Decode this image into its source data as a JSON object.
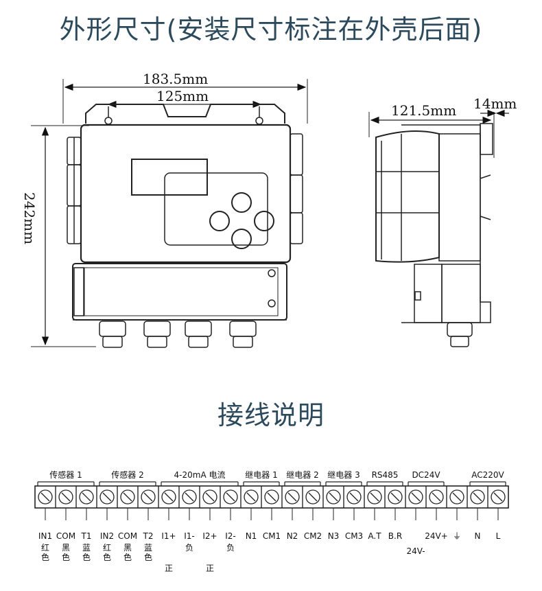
{
  "titles": {
    "dimensions": "外形尺寸(安装尺寸标注在外壳后面)",
    "wiring": "接线说明"
  },
  "dimensions": {
    "overall_width": "183.5mm",
    "mount_width": "125mm",
    "height": "242mm",
    "depth": "121.5mm",
    "bracket": "14mm"
  },
  "wiring": {
    "groups": [
      {
        "label": "传感器 1",
        "span": [
          0,
          2
        ]
      },
      {
        "label": "传感器 2",
        "span": [
          3,
          5
        ]
      },
      {
        "label": "4-20mA 电流",
        "span": [
          6,
          9
        ]
      },
      {
        "label": "继电器 1",
        "span": [
          10,
          11
        ]
      },
      {
        "label": "继电器 2",
        "span": [
          12,
          13
        ]
      },
      {
        "label": "继电器 3",
        "span": [
          14,
          15
        ]
      },
      {
        "label": "RS485",
        "span": [
          16,
          17
        ]
      },
      {
        "label": "DC24V",
        "span": [
          18,
          19
        ]
      },
      {
        "label": "AC220V",
        "span": [
          21,
          22
        ]
      }
    ],
    "terminals": [
      {
        "name": "IN1",
        "sub": "红色",
        "sub2": ""
      },
      {
        "name": "COM",
        "sub": "黑色",
        "sub2": ""
      },
      {
        "name": "T1",
        "sub": "蓝色",
        "sub2": ""
      },
      {
        "name": "IN2",
        "sub": "红色",
        "sub2": ""
      },
      {
        "name": "COM",
        "sub": "黑色",
        "sub2": ""
      },
      {
        "name": "T2",
        "sub": "蓝色",
        "sub2": ""
      },
      {
        "name": "I1+",
        "sub": "",
        "sub2": "正"
      },
      {
        "name": "I1-",
        "sub": "负",
        "sub2": ""
      },
      {
        "name": "I2+",
        "sub": "",
        "sub2": "正"
      },
      {
        "name": "I2-",
        "sub": "负",
        "sub2": ""
      },
      {
        "name": "N1",
        "sub": "",
        "sub2": ""
      },
      {
        "name": "CM1",
        "sub": "",
        "sub2": ""
      },
      {
        "name": "N2",
        "sub": "",
        "sub2": ""
      },
      {
        "name": "CM2",
        "sub": "",
        "sub2": ""
      },
      {
        "name": "N3",
        "sub": "",
        "sub2": ""
      },
      {
        "name": "CM3",
        "sub": "",
        "sub2": ""
      },
      {
        "name": "A.T",
        "sub": "",
        "sub2": ""
      },
      {
        "name": "B.R",
        "sub": "",
        "sub2": ""
      },
      {
        "name": "24V-",
        "sub": "",
        "sub2": ""
      },
      {
        "name": "24V+",
        "sub": "",
        "sub2": ""
      },
      {
        "name": "⏚",
        "sub": "",
        "sub2": ""
      },
      {
        "name": "N",
        "sub": "",
        "sub2": ""
      },
      {
        "name": "L",
        "sub": "",
        "sub2": ""
      }
    ]
  }
}
